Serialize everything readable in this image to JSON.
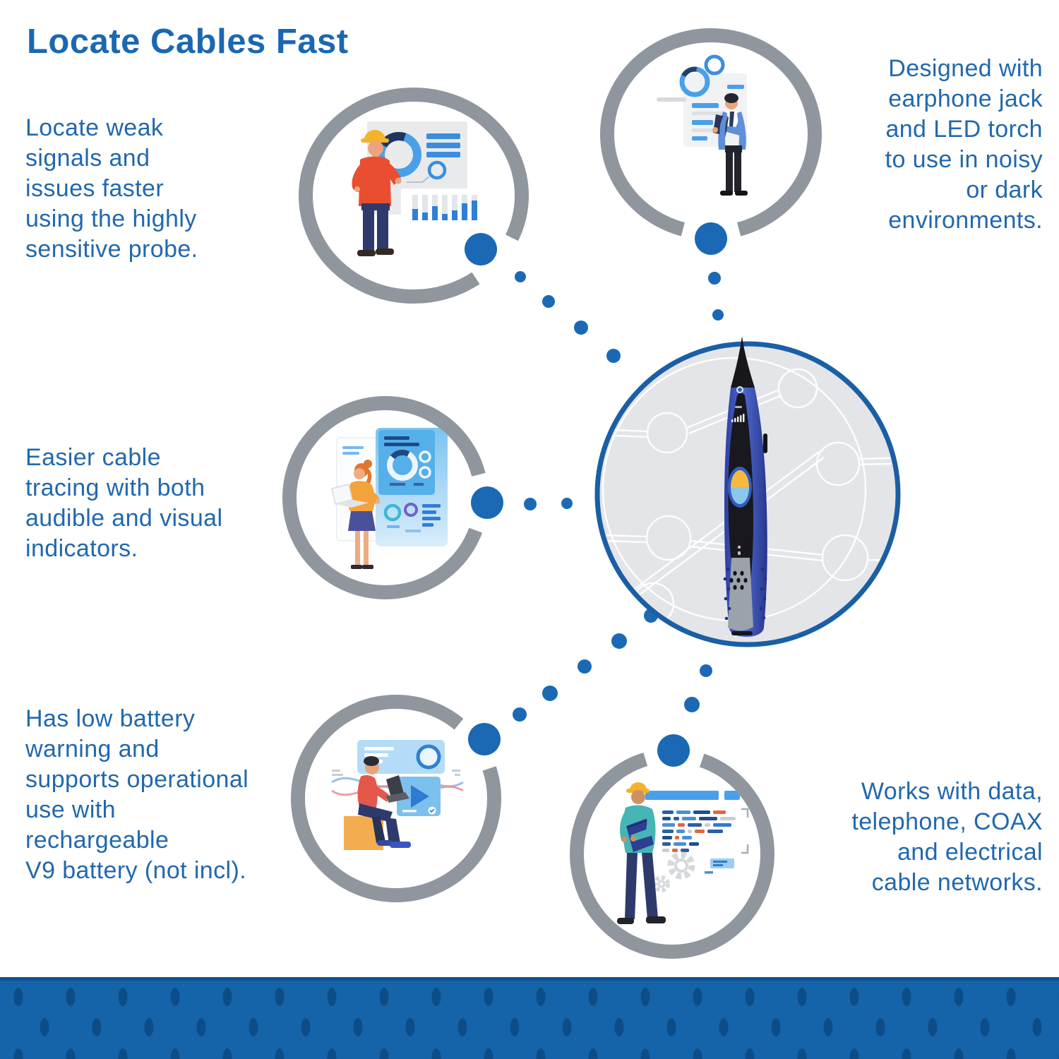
{
  "title": "Locate Cables Fast",
  "features": {
    "probe": "Locate weak\nsignals and\nissues faster\nusing the highly\nsensitive probe.",
    "earphone": "Designed with\nearphone jack\nand LED torch\nto use in noisy\nor dark\nenvironments.",
    "indicators": "Easier cable\ntracing with both\naudible and visual\nindicators.",
    "battery": "Has low battery\nwarning and\nsupports operational\nuse with\nrechargeable\nV9 battery (not incl).",
    "networks": "Works with data,\ntelephone, COAX\nand electrical\ncable networks."
  },
  "illustrations": {
    "top_left": "engineer-presenting-charts",
    "top_right": "businessman-with-tablet",
    "middle_left": "woman-with-laptop-dashboards",
    "bottom_left": "man-sitting-with-laptop",
    "bottom_right": "engineer-with-clipboard-code",
    "center": "cable-tracer-probe-product"
  },
  "colors": {
    "title_blue": "#1b67b2",
    "text_blue": "#2168ae",
    "accent_blue": "#1b69b4",
    "ring_gray": "#8f969e",
    "center_ring_blue": "#1a5fa5",
    "center_fill": "#e4e5e8",
    "banner_blue": "#1563a9",
    "banner_dot_blue": "#0d4d87"
  }
}
